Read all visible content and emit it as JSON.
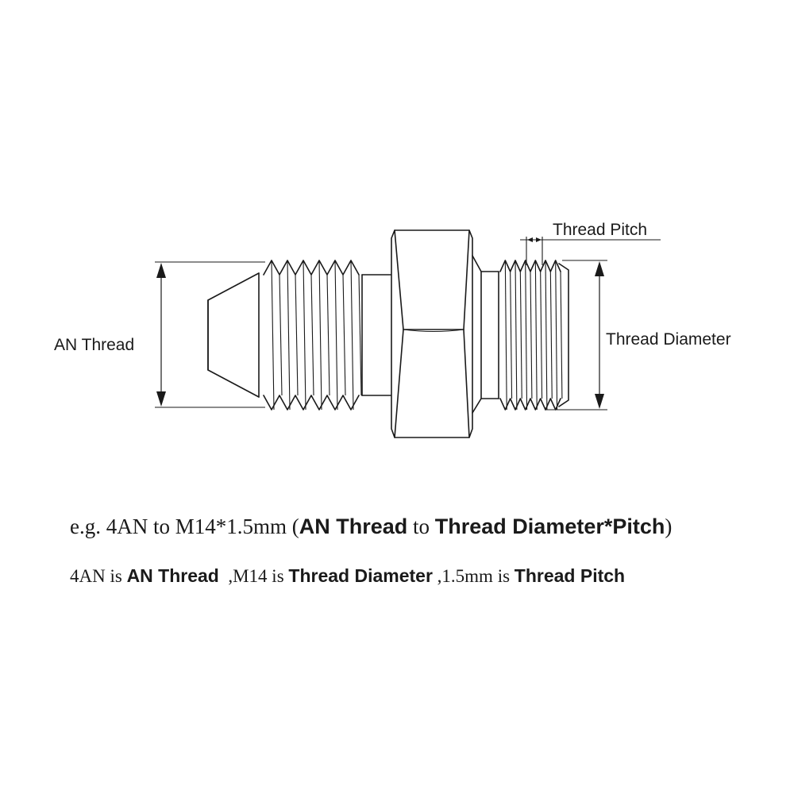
{
  "labels": {
    "an_thread": "AN Thread",
    "thread_pitch": "Thread Pitch",
    "thread_diameter": "Thread Diameter"
  },
  "caption1": {
    "prefix": "e.g. 4AN to M14*1.5mm (",
    "an_thread": "AN Thread",
    "to": " to ",
    "diameter_pitch": "Thread Diameter*Pitch",
    "suffix": ")"
  },
  "caption2": {
    "part1": "4AN is ",
    "an_thread": "AN Thread",
    "part2": "  ,M14 is ",
    "thread_diameter": "Thread Diameter",
    "part3": " ,1.5mm is ",
    "thread_pitch": "Thread Pitch"
  }
}
